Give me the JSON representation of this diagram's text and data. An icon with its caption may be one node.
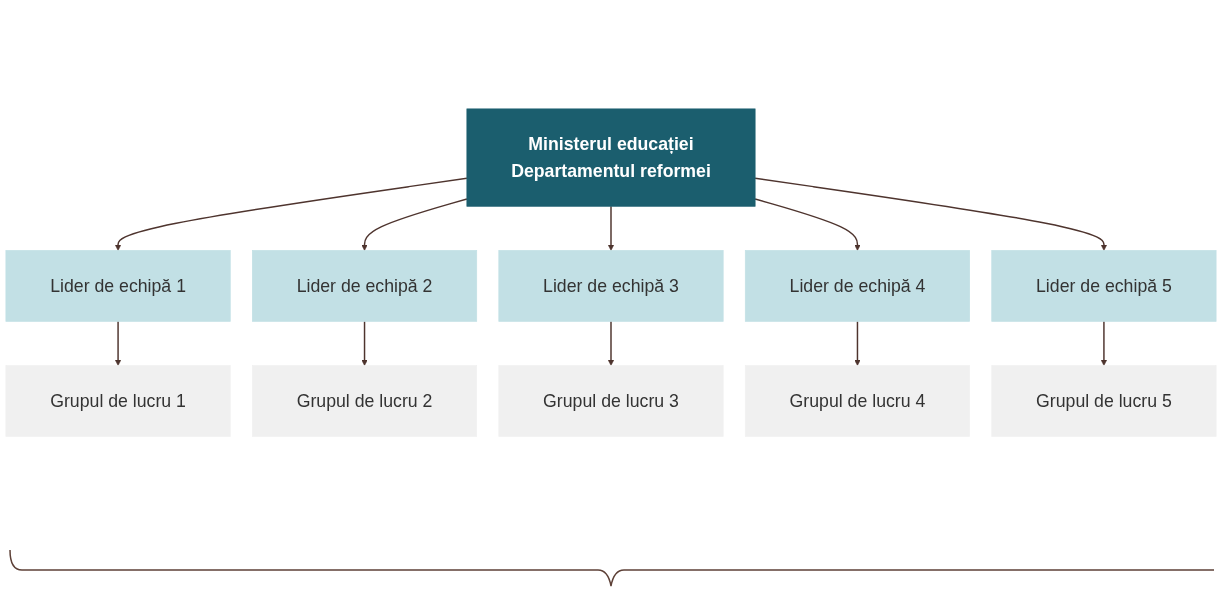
{
  "diagram": {
    "nodes": [
      {
        "text": [
          "Ministerul educației",
          "Departamentul reformei"
        ]
      },
      {
        "text": [
          "Lider de echipă 1"
        ]
      },
      {
        "text": [
          "Lider de echipă 2"
        ]
      },
      {
        "text": [
          "Lider de echipă 3"
        ]
      },
      {
        "text": [
          "Lider de echipă 4"
        ]
      },
      {
        "text": [
          "Lider de echipă 5"
        ]
      },
      {
        "text": [
          "Grupul de lucru 1"
        ]
      },
      {
        "text": [
          "Grupul de lucru 2"
        ]
      },
      {
        "text": [
          "Grupul de lucru 3"
        ]
      },
      {
        "text": [
          "Grupul de lucru 4"
        ]
      },
      {
        "text": [
          "Grupul de lucru 5"
        ]
      }
    ],
    "edges": [
      {
        "from": 0,
        "to": 1,
        "arrow": "to"
      },
      {
        "from": 0,
        "to": 2,
        "arrow": "to"
      },
      {
        "from": 0,
        "to": 3,
        "arrow": "to"
      },
      {
        "from": 0,
        "to": 4,
        "arrow": "to"
      },
      {
        "from": 0,
        "to": 5,
        "arrow": "to"
      },
      {
        "from": 1,
        "to": 6,
        "arrow": "to"
      },
      {
        "from": 2,
        "to": 7,
        "arrow": "to"
      },
      {
        "from": 3,
        "to": 8,
        "arrow": "to"
      },
      {
        "from": 4,
        "to": 9,
        "arrow": "to"
      },
      {
        "from": 5,
        "to": 10,
        "arrow": "to"
      }
    ]
  }
}
